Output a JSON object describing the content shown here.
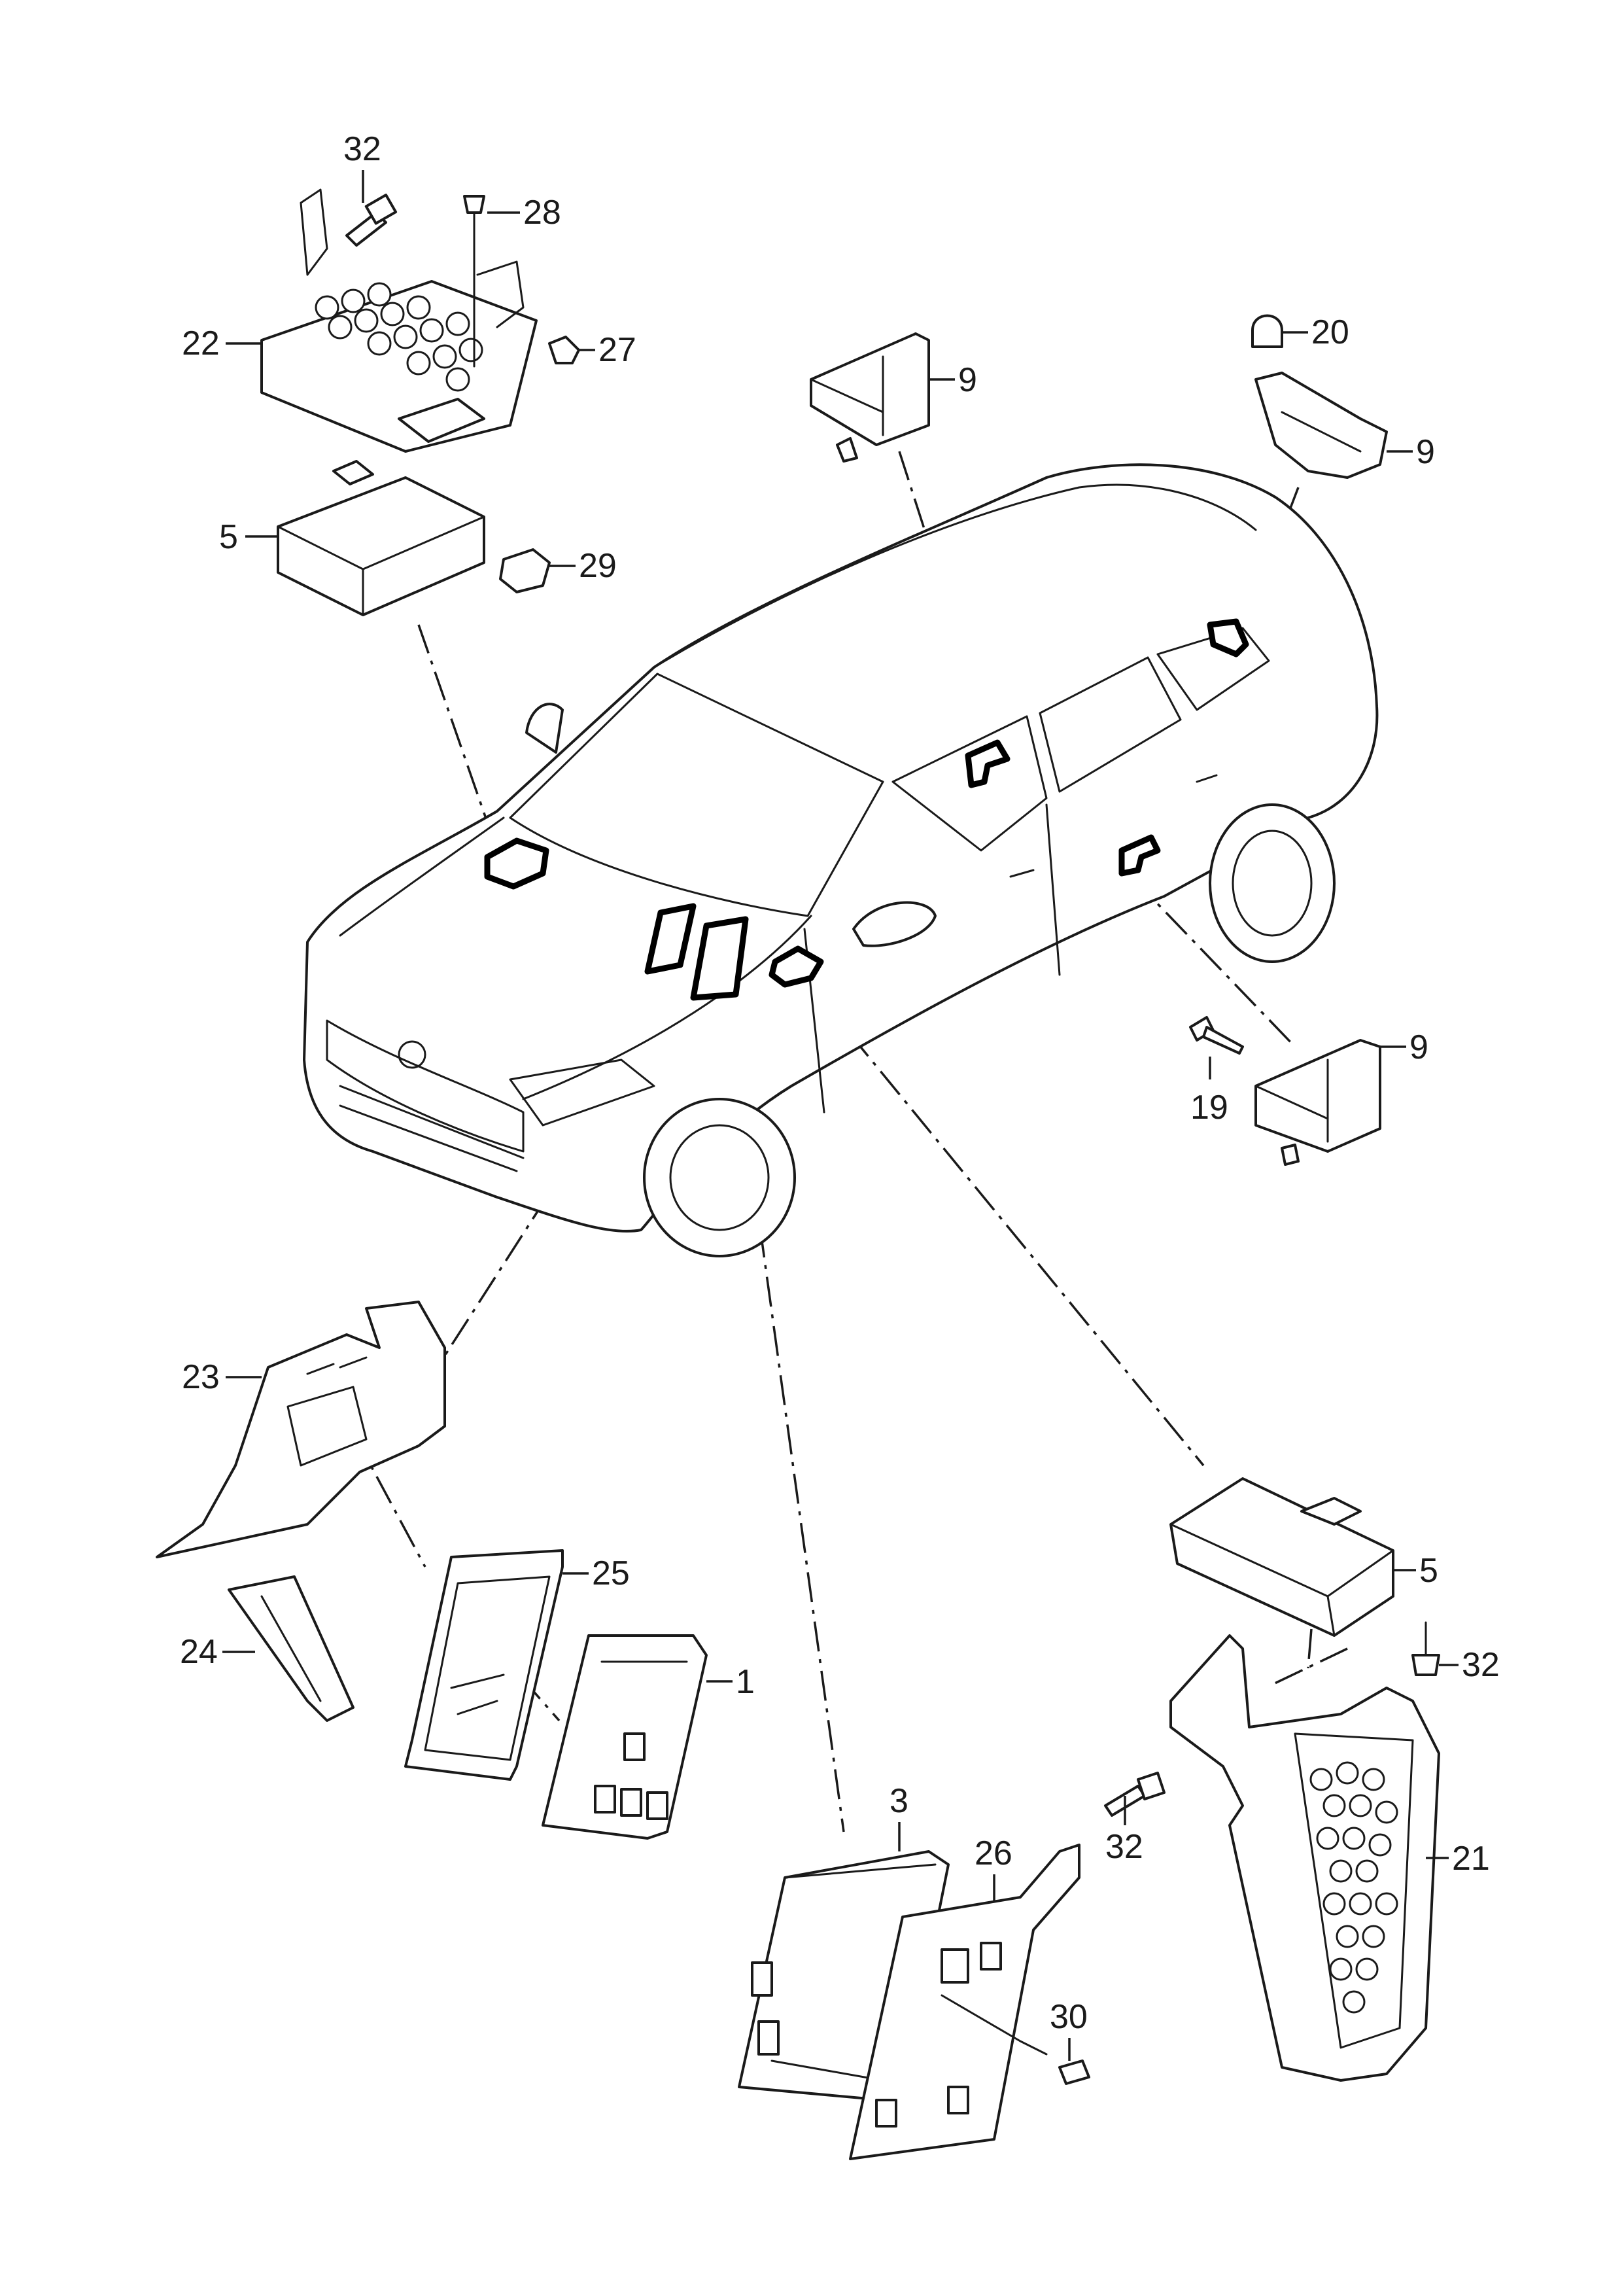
{
  "callouts": {
    "c32a": "32",
    "c28": "28",
    "c22": "22",
    "c27": "27",
    "c5a": "5",
    "c29": "29",
    "c9a": "9",
    "c20": "20",
    "c9b": "9",
    "c9c": "9",
    "c19": "19",
    "c23": "23",
    "c25": "25",
    "c1": "1",
    "c24": "24",
    "c5b": "5",
    "c32b": "32",
    "c3": "3",
    "c26": "26",
    "c32c": "32",
    "c21": "21",
    "c30": "30"
  }
}
